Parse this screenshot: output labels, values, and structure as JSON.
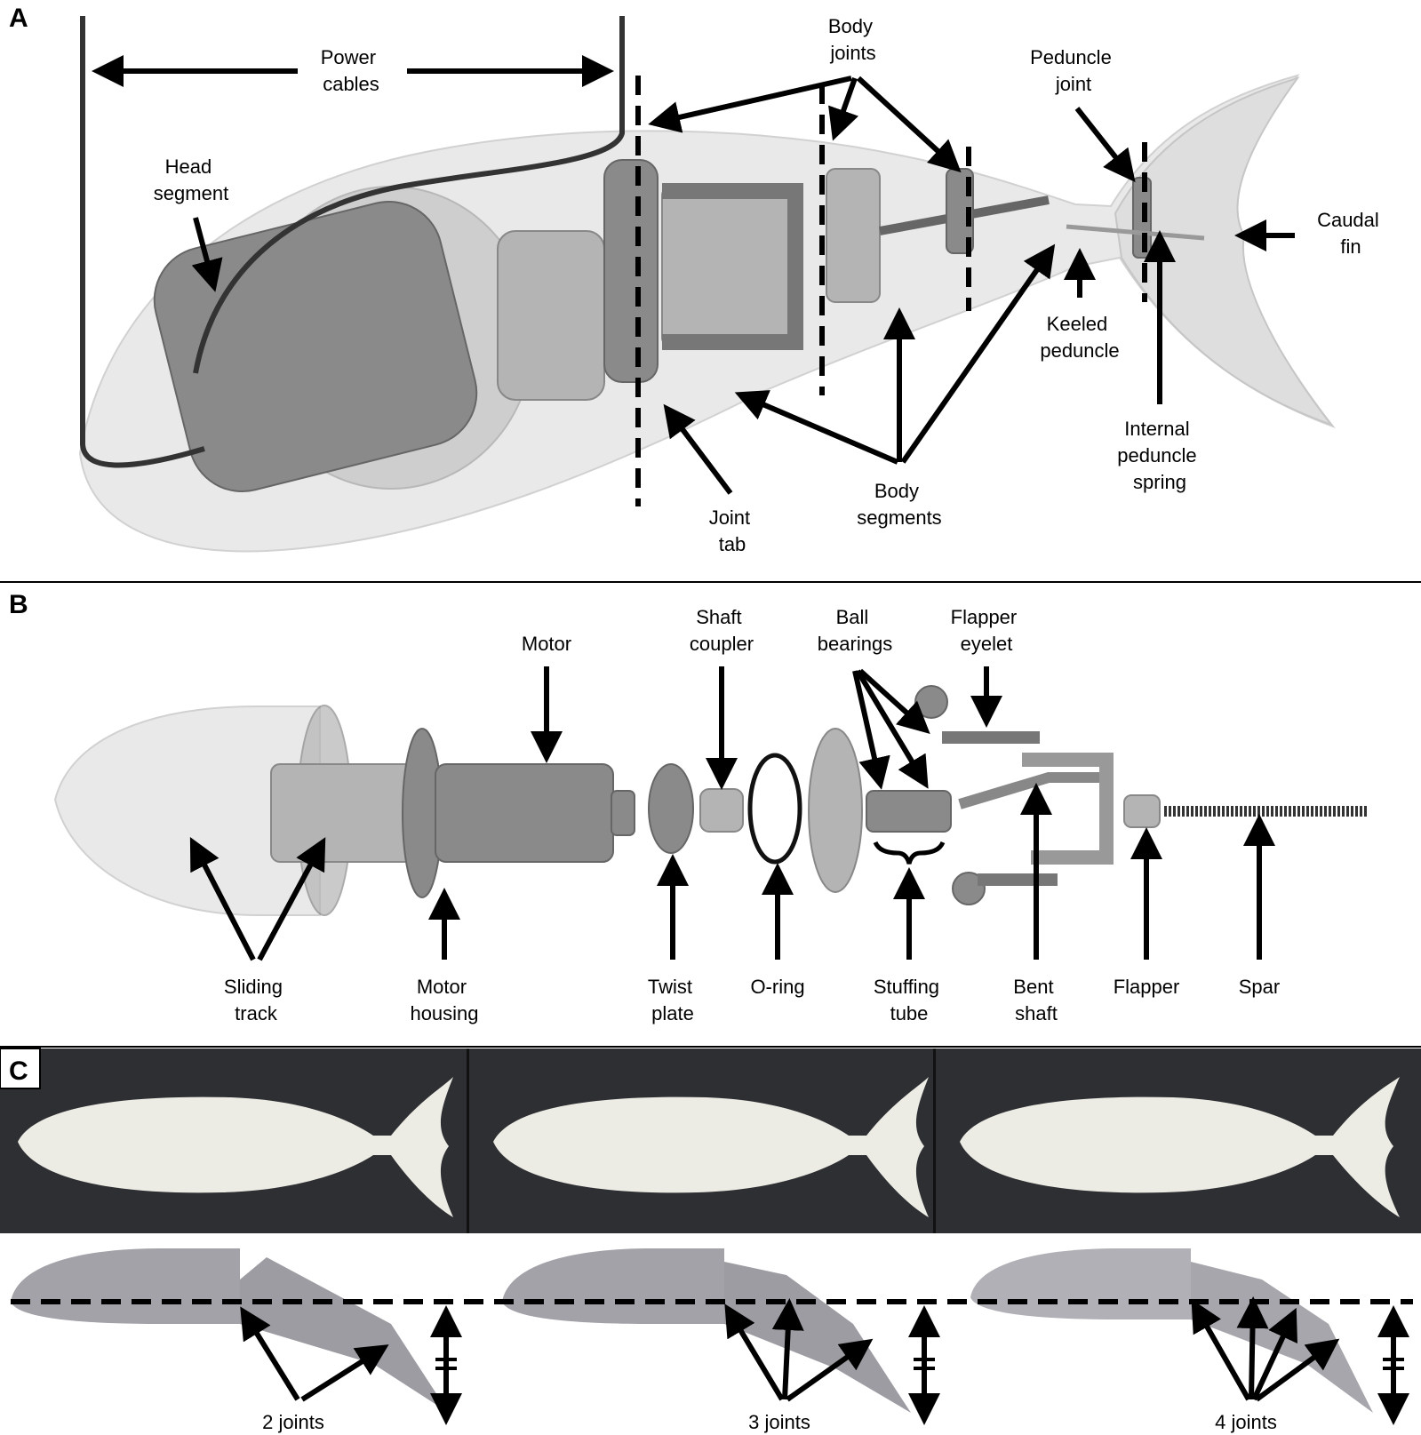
{
  "panels": {
    "A": "A",
    "B": "B",
    "C": "C"
  },
  "panelA": {
    "power_cables": [
      "Power",
      "cables"
    ],
    "head_segment": [
      "Head",
      "segment"
    ],
    "body_joints": [
      "Body",
      "joints"
    ],
    "peduncle_joint": [
      "Peduncle",
      "joint"
    ],
    "caudal_fin": [
      "Caudal",
      "fin"
    ],
    "keeled_peduncle": [
      "Keeled",
      "peduncle"
    ],
    "internal_peduncle_spring": [
      "Internal",
      "peduncle",
      "spring"
    ],
    "body_segments": [
      "Body",
      "segments"
    ],
    "joint_tab": [
      "Joint",
      "tab"
    ]
  },
  "panelB": {
    "motor": "Motor",
    "shaft_coupler": [
      "Shaft",
      "coupler"
    ],
    "ball_bearings": [
      "Ball",
      "bearings"
    ],
    "flapper_eyelet": [
      "Flapper",
      "eyelet"
    ],
    "sliding_track": [
      "Sliding",
      "track"
    ],
    "motor_housing": [
      "Motor",
      "housing"
    ],
    "twist_plate": [
      "Twist",
      "plate"
    ],
    "o_ring": "O-ring",
    "stuffing_tube": [
      "Stuffing",
      "tube"
    ],
    "bent_shaft": [
      "Bent",
      "shaft"
    ],
    "flapper": "Flapper",
    "spar": "Spar"
  },
  "panelC": {
    "joint_labels": [
      "2 joints",
      "3 joints",
      "4 joints"
    ]
  },
  "colors": {
    "shell": "#e6e6e6",
    "part": "#8a8a8a",
    "photo_bg": "#2e2f33",
    "fish_white": "#ecebe4"
  }
}
